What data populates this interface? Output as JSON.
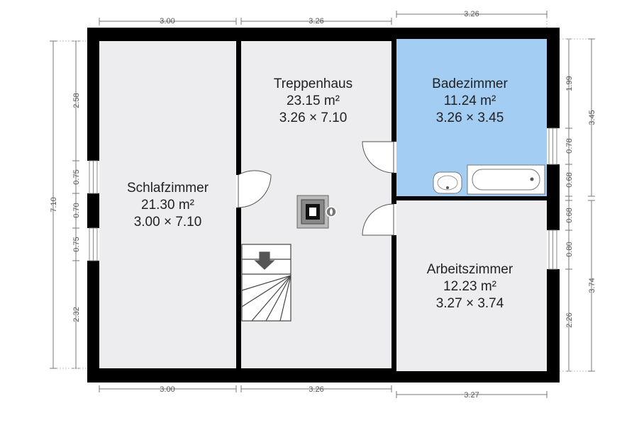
{
  "colors": {
    "wall": "#000000",
    "floor": "#ededf0",
    "bath": "#a3cdf2",
    "dimension_line": "#777777",
    "text": "#222222"
  },
  "rooms": [
    {
      "id": "schlafzimmer",
      "name": "Schlafzimmer",
      "area": "21.30 m²",
      "size": "3.00 × 7.10"
    },
    {
      "id": "treppenhaus",
      "name": "Treppenhaus",
      "area": "23.15 m²",
      "size": "3.26 × 7.10"
    },
    {
      "id": "badezimmer",
      "name": "Badezimmer",
      "area": "11.24 m²",
      "size": "3.26 × 3.45"
    },
    {
      "id": "arbeitszimmer",
      "name": "Arbeitszimmer",
      "area": "12.23 m²",
      "size": "3.27 × 3.74"
    }
  ],
  "dimensions": {
    "top": [
      "3.00",
      "3.26",
      "3.26"
    ],
    "bottom": [
      "3.00",
      "3.26",
      "3.27"
    ],
    "left_total": "7.10",
    "left_segments": [
      "2.58",
      "0.75",
      "0.70",
      "0.75",
      "2.32"
    ],
    "right_total_upper": "3.45",
    "right_total_lower": "3.74",
    "right_segments_upper": [
      "1.99",
      "0.78",
      "0.68"
    ],
    "right_segments_lower": [
      "0.68",
      "0.80",
      "2.26"
    ]
  },
  "icons": [
    "door-icon",
    "window-icon",
    "stairs-icon",
    "chimney-icon",
    "bathtub-icon",
    "sink-icon"
  ]
}
